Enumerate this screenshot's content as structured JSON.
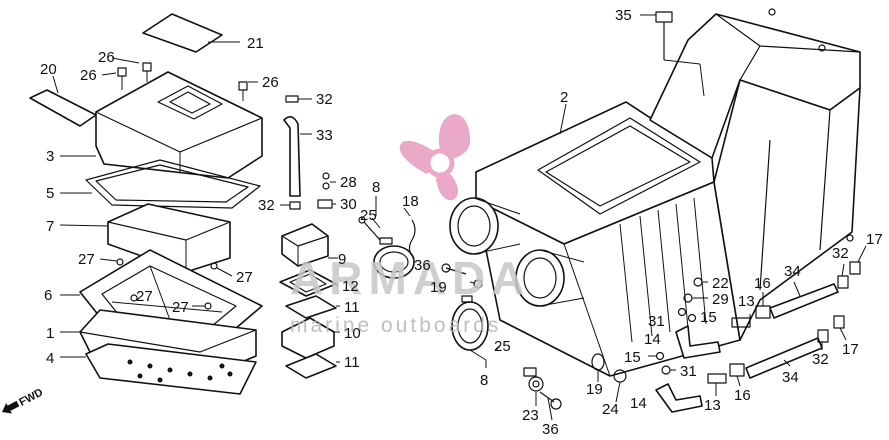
{
  "watermark": {
    "brand": "ARMADA",
    "tagline": "marine outboards",
    "logo_color": "#e79bbd"
  },
  "fwd_label": "FWD",
  "callouts": [
    "35",
    "2",
    "21",
    "20",
    "26",
    "26",
    "26",
    "32",
    "33",
    "3",
    "5",
    "28",
    "30",
    "32",
    "8",
    "25",
    "18",
    "7",
    "27",
    "27",
    "9",
    "36",
    "19",
    "12",
    "6",
    "27",
    "27",
    "11",
    "10",
    "1",
    "4",
    "11",
    "8",
    "25",
    "22",
    "29",
    "16",
    "34",
    "32",
    "17",
    "31",
    "15",
    "13",
    "14",
    "15",
    "31",
    "32",
    "17",
    "19",
    "23",
    "36",
    "24",
    "14",
    "13",
    "16",
    "34"
  ]
}
